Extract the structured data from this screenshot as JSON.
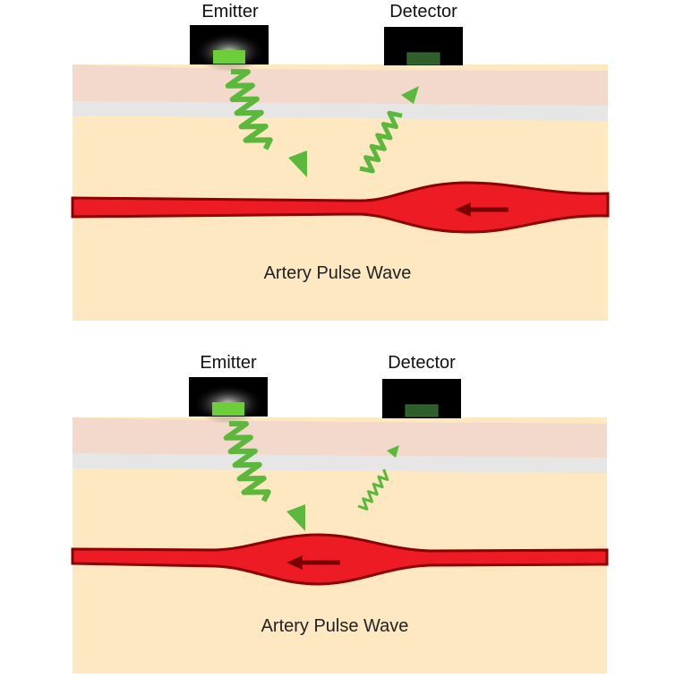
{
  "panels": [
    {
      "emitter_label": "Emitter",
      "detector_label": "Detector",
      "caption": "Artery Pulse Wave",
      "pulse_position": "near-detector",
      "reflected_light": "strong"
    },
    {
      "emitter_label": "Emitter",
      "detector_label": "Detector",
      "caption": "Artery Pulse Wave",
      "pulse_position": "under-emitter",
      "reflected_light": "weak"
    }
  ],
  "colors": {
    "skin_outer": "#f3d8cc",
    "skin_band": "#e6e6e6",
    "tissue": "#fde8c2",
    "artery_fill": "#ed1c24",
    "artery_outline": "#8b0000",
    "light_wave": "#5cb83c",
    "led_on": "#6ccf3a",
    "led_off": "#2e5e2a",
    "sensor_body": "#000000"
  }
}
